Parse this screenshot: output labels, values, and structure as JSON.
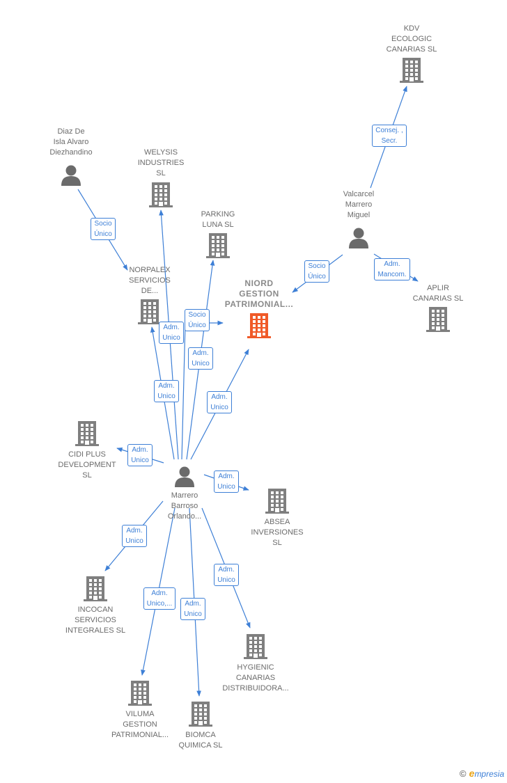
{
  "colors": {
    "edge": "#3d7fd6",
    "company": "#7f7f7f",
    "person": "#6b6b6b",
    "focus": "#f05a28"
  },
  "nodes": [
    {
      "id": "kdv",
      "type": "company",
      "label": "KDV\nECOLOGIC\nCANARIAS SL"
    },
    {
      "id": "diaz",
      "type": "person",
      "label": "Diaz De\nIsla Alvaro\nDiezhandino"
    },
    {
      "id": "welysis",
      "type": "company",
      "label": "WELYSIS\nINDUSTRIES\nSL"
    },
    {
      "id": "valcarcel",
      "type": "person",
      "label": "Valcarcel\nMarrero\nMiguel"
    },
    {
      "id": "parking",
      "type": "company",
      "label": "PARKING\nLUNA  SL"
    },
    {
      "id": "norpalex",
      "type": "company",
      "label": "NORPALEX\nSERVICIOS\nDE..."
    },
    {
      "id": "niord",
      "type": "focus",
      "label": "NIORD\nGESTION\nPATRIMONIAL..."
    },
    {
      "id": "aplir",
      "type": "company",
      "label": "APLIR\nCANARIAS SL"
    },
    {
      "id": "cidi",
      "type": "company",
      "label": "CIDI PLUS\nDEVELOPMENT\nSL"
    },
    {
      "id": "marrero",
      "type": "person",
      "label": "Marrero\nBarroso\nOrlando..."
    },
    {
      "id": "absea",
      "type": "company",
      "label": "ABSEA\nINVERSIONES\nSL"
    },
    {
      "id": "incocan",
      "type": "company",
      "label": "INCOCAN\nSERVICIOS\nINTEGRALES SL"
    },
    {
      "id": "hygienic",
      "type": "company",
      "label": "HYGIENIC\nCANARIAS\nDISTRIBUIDORA..."
    },
    {
      "id": "viluma",
      "type": "company",
      "label": "VILUMA\nGESTION\nPATRIMONIAL..."
    },
    {
      "id": "biomca",
      "type": "company",
      "label": "BIOMCA\nQUIMICA  SL"
    }
  ],
  "edges": [
    {
      "from": "valcarcel",
      "to": "kdv",
      "label": "Consej. ,\nSecr."
    },
    {
      "from": "diaz",
      "to": "norpalex",
      "label": "Socio\nÚnico"
    },
    {
      "from": "valcarcel",
      "to": "niord",
      "label": "Socio\nÚnico"
    },
    {
      "from": "valcarcel",
      "to": "aplir",
      "label": "Adm.\nMancom."
    },
    {
      "from": "marrero",
      "to": "niord",
      "label": "Socio\nÚnico"
    },
    {
      "from": "marrero",
      "to": "welysis",
      "label": "Adm.\nUnico"
    },
    {
      "from": "marrero",
      "to": "parking",
      "label": "Adm.\nUnico"
    },
    {
      "from": "marrero",
      "to": "norpalex",
      "label": "Adm.\nUnico"
    },
    {
      "from": "marrero",
      "to": "niord",
      "label": "Adm.\nUnico"
    },
    {
      "from": "marrero",
      "to": "cidi",
      "label": "Adm.\nUnico"
    },
    {
      "from": "marrero",
      "to": "absea",
      "label": "Adm.\nUnico"
    },
    {
      "from": "marrero",
      "to": "incocan",
      "label": "Adm.\nUnico"
    },
    {
      "from": "marrero",
      "to": "viluma",
      "label": "Adm.\nUnico,..."
    },
    {
      "from": "marrero",
      "to": "biomca",
      "label": "Adm.\nUnico"
    },
    {
      "from": "marrero",
      "to": "hygienic",
      "label": "Adm.\nUnico"
    }
  ],
  "footer": {
    "copyright": "©",
    "brand_first": "e",
    "brand_rest": "mpresia"
  }
}
